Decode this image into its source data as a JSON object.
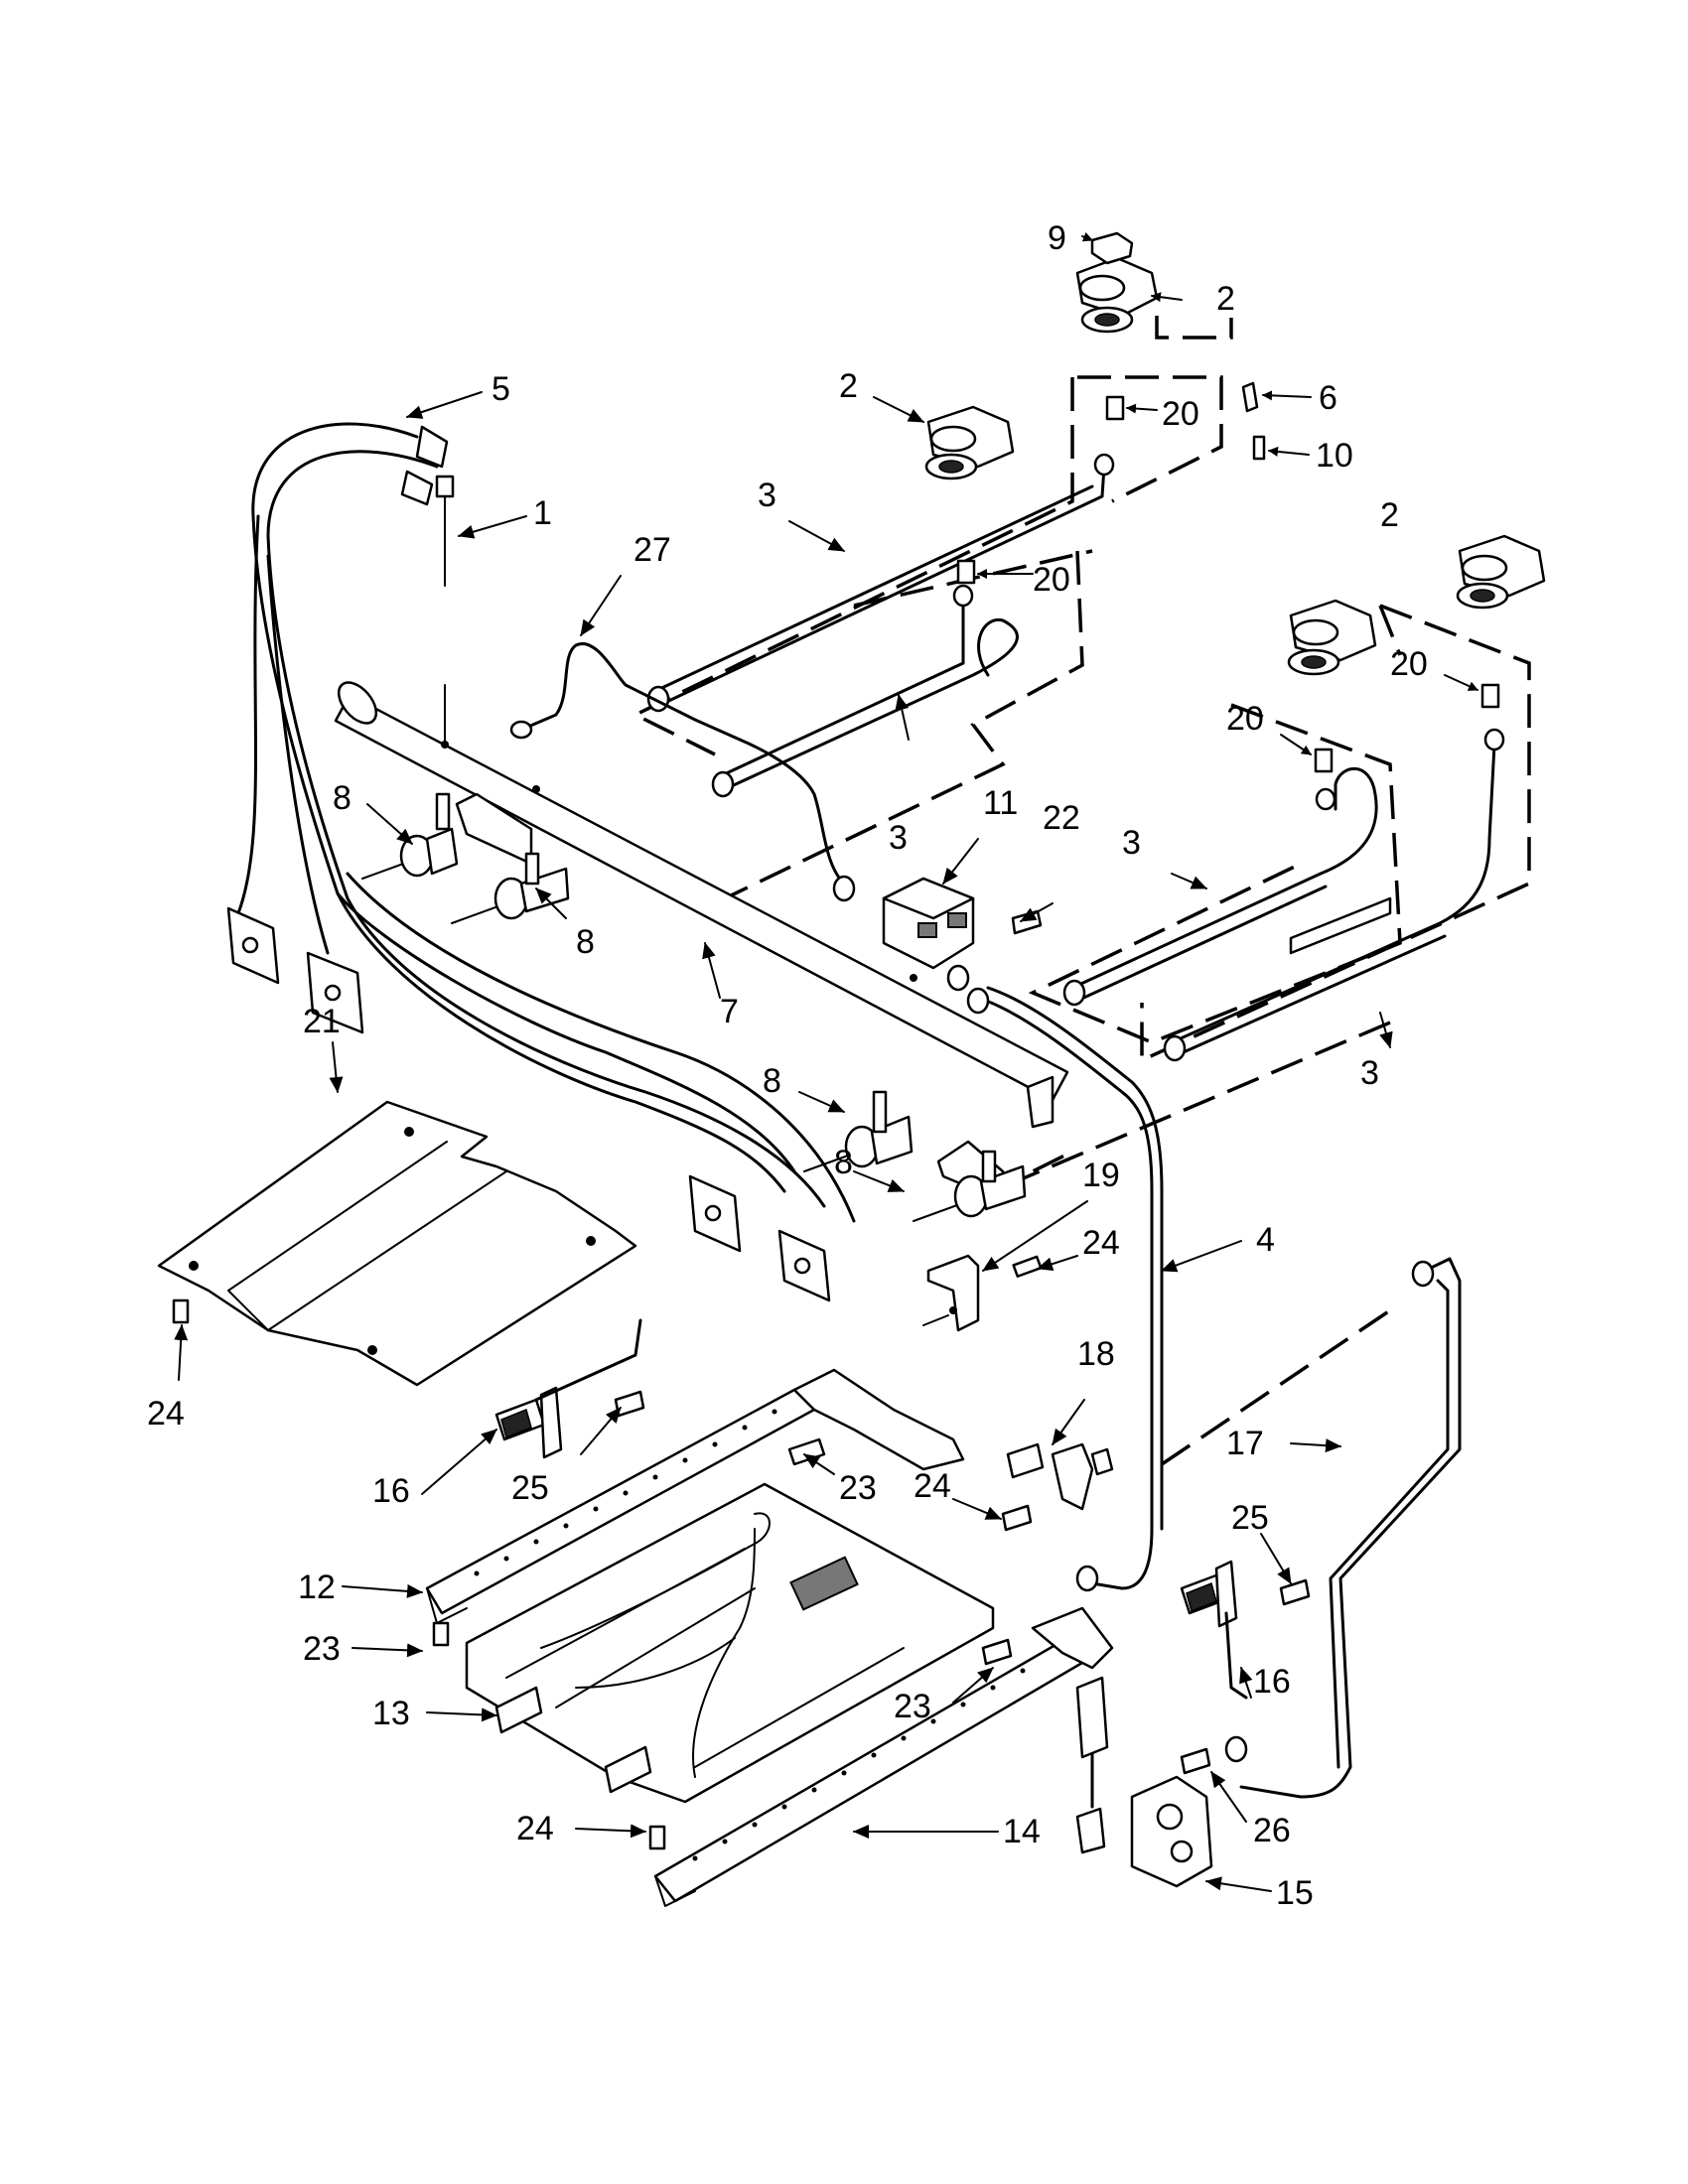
{
  "diagram": {
    "callouts": [
      {
        "id": "c9",
        "text": "9"
      },
      {
        "id": "c2a",
        "text": "2"
      },
      {
        "id": "c6",
        "text": "6"
      },
      {
        "id": "c10",
        "text": "10"
      },
      {
        "id": "c5",
        "text": "5"
      },
      {
        "id": "c2b",
        "text": "2"
      },
      {
        "id": "c20a",
        "text": "20"
      },
      {
        "id": "c1",
        "text": "1"
      },
      {
        "id": "c3a",
        "text": "3"
      },
      {
        "id": "c27",
        "text": "27"
      },
      {
        "id": "c20b",
        "text": "20"
      },
      {
        "id": "c2c",
        "text": "2"
      },
      {
        "id": "c20c",
        "text": "20"
      },
      {
        "id": "c20d",
        "text": "20"
      },
      {
        "id": "c8a",
        "text": "8"
      },
      {
        "id": "c11",
        "text": "11"
      },
      {
        "id": "c22",
        "text": "22"
      },
      {
        "id": "c3b",
        "text": "3"
      },
      {
        "id": "c3c",
        "text": "3"
      },
      {
        "id": "c8b",
        "text": "8"
      },
      {
        "id": "c7",
        "text": "7"
      },
      {
        "id": "c21",
        "text": "21"
      },
      {
        "id": "c3d",
        "text": "3"
      },
      {
        "id": "c8c",
        "text": "8"
      },
      {
        "id": "c8d",
        "text": "8"
      },
      {
        "id": "c19",
        "text": "19"
      },
      {
        "id": "c4",
        "text": "4"
      },
      {
        "id": "c24a",
        "text": "24"
      },
      {
        "id": "c24b",
        "text": "24"
      },
      {
        "id": "c18",
        "text": "18"
      },
      {
        "id": "c16a",
        "text": "16"
      },
      {
        "id": "c25a",
        "text": "25"
      },
      {
        "id": "c17",
        "text": "17"
      },
      {
        "id": "c23a",
        "text": "23"
      },
      {
        "id": "c24c",
        "text": "24"
      },
      {
        "id": "c25b",
        "text": "25"
      },
      {
        "id": "c12",
        "text": "12"
      },
      {
        "id": "c23b",
        "text": "23"
      },
      {
        "id": "c16b",
        "text": "16"
      },
      {
        "id": "c23c",
        "text": "23"
      },
      {
        "id": "c13",
        "text": "13"
      },
      {
        "id": "c26",
        "text": "26"
      },
      {
        "id": "c24d",
        "text": "24"
      },
      {
        "id": "c14",
        "text": "14"
      },
      {
        "id": "c15",
        "text": "15"
      }
    ]
  }
}
